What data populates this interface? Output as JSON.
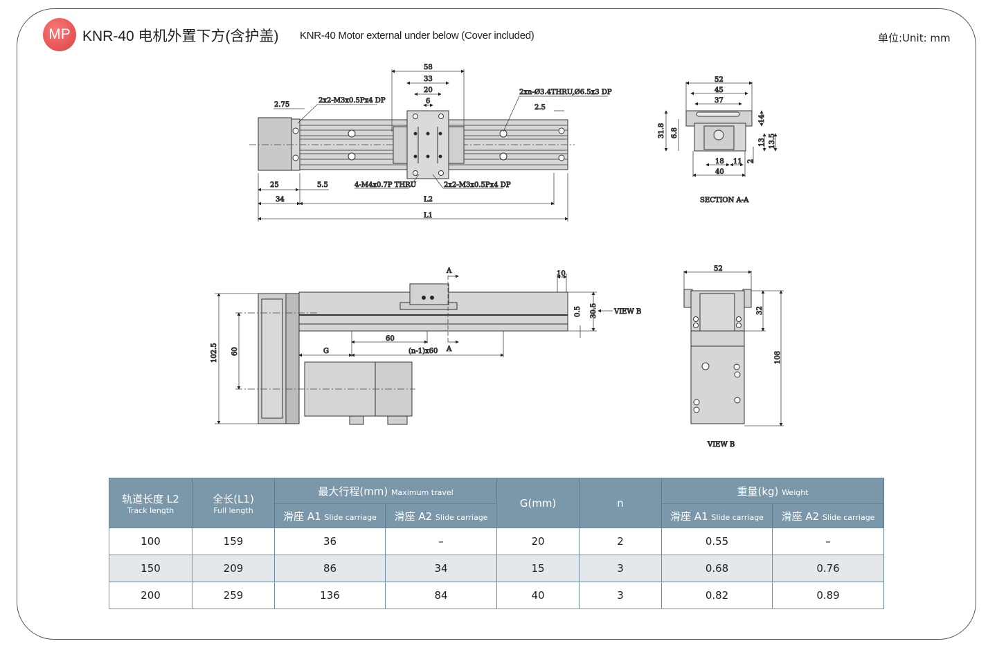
{
  "header": {
    "badge": "MP",
    "title": "KNR-40 电机外置下方(含护盖)",
    "subtitle": "KNR-40 Motor external under below (Cover included)",
    "unit": "单位:Unit: mm"
  },
  "drawings": {
    "top_view": {
      "d58": "58",
      "d33": "33",
      "d20": "20",
      "d6": "6",
      "d2_75": "2.75",
      "d2_5": "2.5",
      "d25": "25",
      "d5_5": "5.5",
      "d34": "34",
      "L2": "L2",
      "L1": "L1",
      "note_tap_left": "2x2-M3x0.5Px4 DP",
      "note_thru": "2xn-Ø3.4THRU,Ø6.5x3 DP",
      "note_m4": "4-M4x0.7P THRU",
      "note_tap_bottom": "2x2-M3x0.5Px4 DP"
    },
    "section_aa": {
      "d52": "52",
      "d45": "45",
      "d37": "37",
      "d31_8": "31.8",
      "d6_8": "6.8",
      "d14": "14",
      "d13": "13",
      "d13_5": "13.5",
      "d2": "2",
      "d18": "18",
      "d11": "11",
      "d40": "40",
      "label": "SECTION A-A"
    },
    "side_view": {
      "d102_5": "102.5",
      "d60v": "60",
      "d10": "10",
      "d30_5": "30.5",
      "d0_5": "0.5",
      "view_b": "VIEW B",
      "G": "G",
      "d60": "60",
      "n60": "(n-1)x60",
      "A": "A"
    },
    "view_b": {
      "d52": "52",
      "d32": "32",
      "d108": "108",
      "label": "VIEW B"
    }
  },
  "table": {
    "headers": {
      "track_cn": "轨道长度 L2",
      "track_en": "Track length",
      "full_cn": "全长(L1)",
      "full_en": "Full length",
      "travel_cn": "最大行程(mm)",
      "travel_en": "Maximum travel",
      "g": "G(mm)",
      "n": "n",
      "weight_cn": "重量(kg)",
      "weight_en": "Weight",
      "a1_cn": "滑座 A1",
      "a2_cn": "滑座 A2",
      "slide_en": "Slide carriage"
    },
    "rows": [
      {
        "l2": "100",
        "l1": "159",
        "t_a1": "36",
        "t_a2": "–",
        "g": "20",
        "n": "2",
        "w_a1": "0.55",
        "w_a2": "–"
      },
      {
        "l2": "150",
        "l1": "209",
        "t_a1": "86",
        "t_a2": "34",
        "g": "15",
        "n": "3",
        "w_a1": "0.68",
        "w_a2": "0.76"
      },
      {
        "l2": "200",
        "l1": "259",
        "t_a1": "136",
        "t_a2": "84",
        "g": "40",
        "n": "3",
        "w_a1": "0.82",
        "w_a2": "0.89"
      }
    ]
  }
}
